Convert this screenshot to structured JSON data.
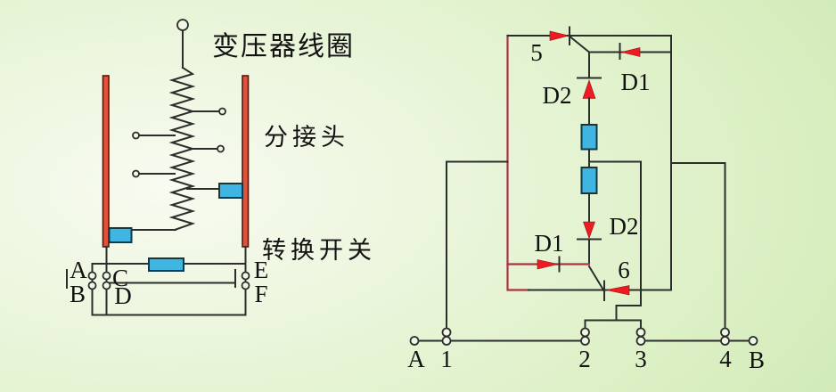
{
  "colors": {
    "bg1": "#f8fbf1",
    "bg2": "#ddf0c6",
    "bg3": "#bfe2a3",
    "wire": "#2b2e2b",
    "wire_red": "#ac3147",
    "arrow_red": "#ee1b23",
    "resistor_blue": "#3fb6e2",
    "bar_orange": "#e2513a",
    "term_fill": "#eff7e4",
    "text": "#121212"
  },
  "left_diagram": {
    "labels": {
      "coil": "变压器线圈",
      "tap": "分接头",
      "switch": "转换开关"
    },
    "terminals": {
      "a": "A",
      "b": "B",
      "c": "C",
      "d": "D",
      "e": "E",
      "f": "F"
    }
  },
  "right_diagram": {
    "contacts": {
      "c5": "5",
      "c6": "6"
    },
    "diodes": {
      "d1": "D1",
      "d2": "D2"
    },
    "terminals": {
      "a": "A",
      "t1": "1",
      "t2": "2",
      "t3": "3",
      "t4": "4",
      "b": "B"
    }
  }
}
